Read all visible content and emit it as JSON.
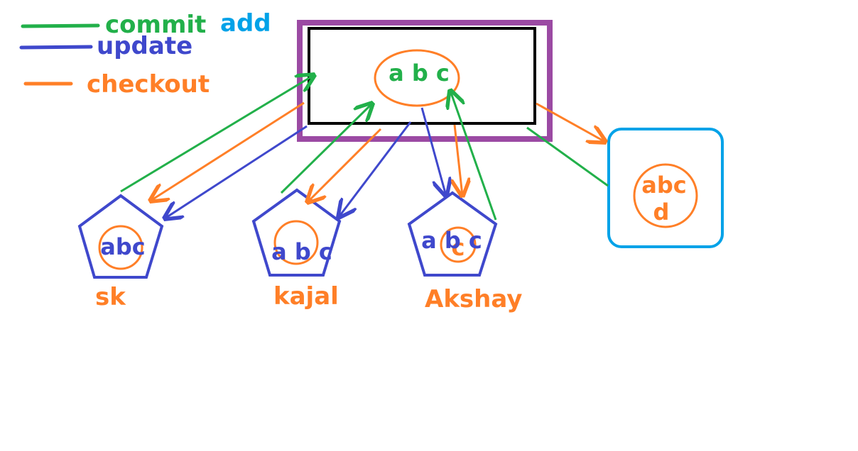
{
  "colors": {
    "commit": "#22b04a",
    "update": "#3f48cc",
    "checkout": "#ff7f27",
    "add": "#00a2e8",
    "repo_frame": "#9b4aa3",
    "black": "#000000"
  },
  "legend": {
    "commit": "commit",
    "add": "add",
    "update": "update",
    "checkout": "checkout"
  },
  "repository": {
    "content": "a b c"
  },
  "clients": [
    {
      "name": "sk",
      "content": "abc"
    },
    {
      "name": "kajal",
      "content": "a b c"
    },
    {
      "name": "Akshay",
      "content": "a b c",
      "extra": "c"
    }
  ],
  "added_node": {
    "line1": "abc",
    "line2": "d"
  }
}
